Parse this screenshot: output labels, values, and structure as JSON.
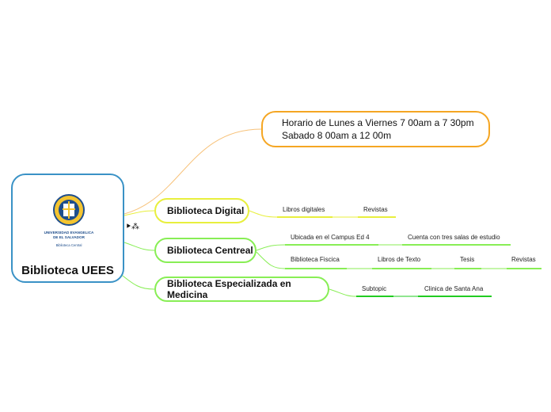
{
  "central": {
    "title": "Biblioteca UEES",
    "logo_lines": [
      "UNIVERSIDAD EVANGELICA",
      "DE EL SALVADOR",
      "Biblioteca Central"
    ]
  },
  "hours": {
    "line1": "Horario de Lunes a Viernes 7 00am a 7 30pm",
    "line2": "Sabado 8 00am a 12 00m"
  },
  "topics": {
    "digital": "Biblioteca Digital",
    "centreal": "Biblioteca Centreal",
    "medicina": "Biblioteca Especializada en Medicina"
  },
  "subtopics": {
    "libros_digitales": "Libros digitales",
    "revistas_digital": "Revistas",
    "ubicada": "Ubicada en el Campus Ed 4",
    "cuenta": "Cuenta con tres salas de estudio",
    "fisica": "Biblioteca Fiscica",
    "libros_texto": "Libros de Texto",
    "tesis": "Tesis",
    "revistas_central": "Revistas",
    "subtopic": "Subtopic",
    "clinica": "Clinica de Santa Ana"
  },
  "colors": {
    "central_border": "#3a92c6",
    "hours_border": "#f5a623",
    "digital_border": "#e8ef3d",
    "green": "#88ee55",
    "dark_green": "#22cc22"
  }
}
